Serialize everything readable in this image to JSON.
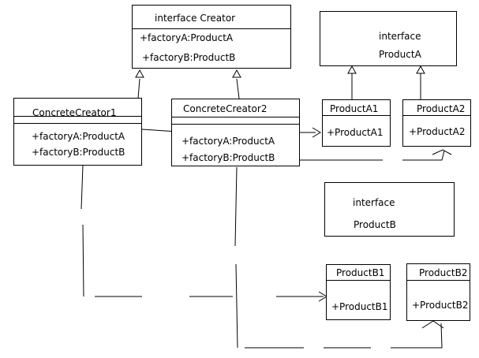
{
  "creator": {
    "title": "interface Creator",
    "method_a": "+factoryA:ProductA",
    "method_b": "+factoryB:ProductB"
  },
  "concrete_creator_1": {
    "title": "ConcreteCreator1",
    "method_a": "+factoryA:ProductA",
    "method_b": "+factoryB:ProductB"
  },
  "concrete_creator_2": {
    "title": "ConcreteCreator2",
    "method_a": "+factoryA:ProductA",
    "method_b": "+factoryB:ProductB"
  },
  "product_a": {
    "line1": "interface",
    "line2": "ProductA"
  },
  "product_a1": {
    "title": "ProductA1",
    "member": "+ProductA1"
  },
  "product_a2": {
    "title": "ProductA2",
    "member": "+ProductA2"
  },
  "product_b": {
    "line1": "interface",
    "line2": "ProductB"
  },
  "product_b1": {
    "title": "ProductB1",
    "member": "+ProductB1"
  },
  "product_b2": {
    "title": "ProductB2",
    "member": "+ProductB2"
  }
}
